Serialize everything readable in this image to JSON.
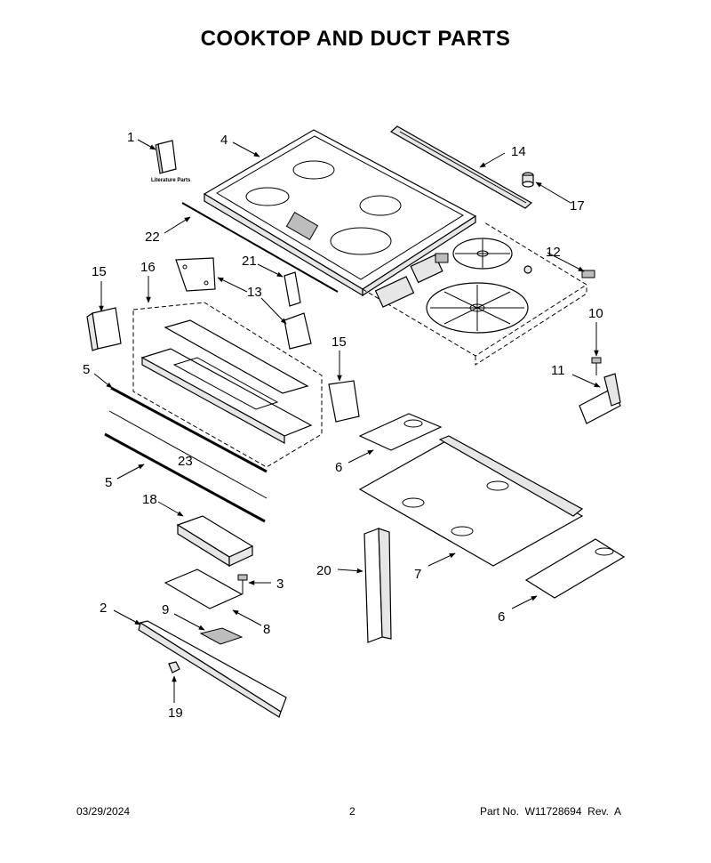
{
  "title": "COOKTOP AND DUCT PARTS",
  "literature_label": "Literature Parts",
  "callouts": {
    "c1": "1",
    "c2": "2",
    "c3": "3",
    "c4": "4",
    "c5a": "5",
    "c5b": "5",
    "c6a": "6",
    "c6b": "6",
    "c7": "7",
    "c8": "8",
    "c9": "9",
    "c10": "10",
    "c11": "11",
    "c12": "12",
    "c13": "13",
    "c14": "14",
    "c15a": "15",
    "c15b": "15",
    "c16": "16",
    "c17": "17",
    "c18": "18",
    "c19": "19",
    "c20": "20",
    "c21": "21",
    "c22": "22",
    "c23": "23"
  },
  "footer": {
    "date": "03/29/2024",
    "page": "2",
    "part_no": "Part No.  W11728694  Rev.  A"
  }
}
